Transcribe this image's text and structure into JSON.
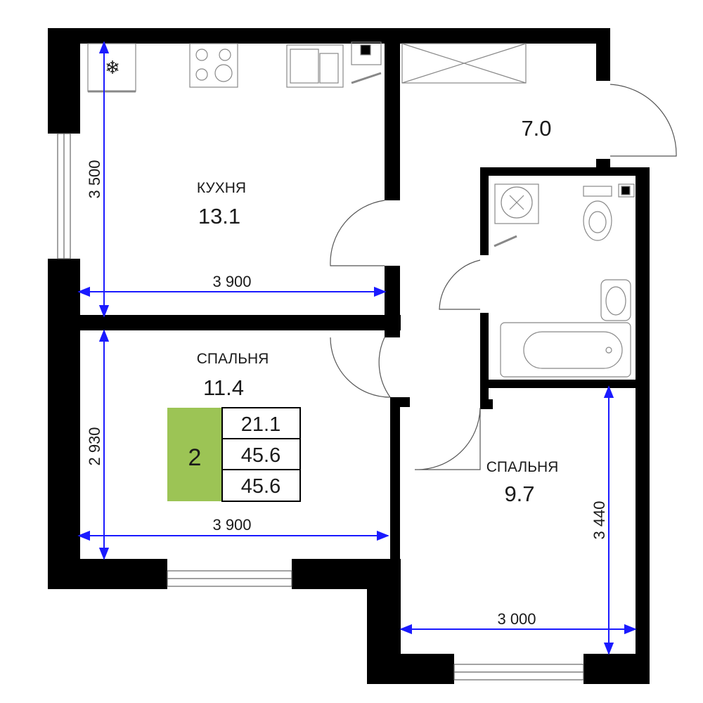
{
  "rooms": {
    "kitchen": {
      "name": "КУХНЯ",
      "area": "13.1"
    },
    "hall": {
      "area": "7.0"
    },
    "bedroom1": {
      "name": "СПАЛЬНЯ",
      "area": "11.4"
    },
    "bedroom2": {
      "name": "СПАЛЬНЯ",
      "area": "9.7"
    }
  },
  "dimensions": {
    "kitchen_height": "3 500",
    "kitchen_width": "3 900",
    "bedroom1_height": "2 930",
    "bedroom1_width": "3 900",
    "bedroom2_height": "3 440",
    "bedroom2_width": "3 000"
  },
  "summary": {
    "rooms_count": "2",
    "living_area": "21.1",
    "total_area": "45.6",
    "total_area_2": "45.6"
  },
  "colors": {
    "wall": "#000000",
    "dimension_line": "#1a1aff",
    "badge": "#9cc455",
    "fixture": "#888888"
  },
  "icons": [
    "snowflake-icon",
    "stove",
    "sink",
    "washing-machine",
    "toilet",
    "washbasin",
    "bathtub"
  ]
}
